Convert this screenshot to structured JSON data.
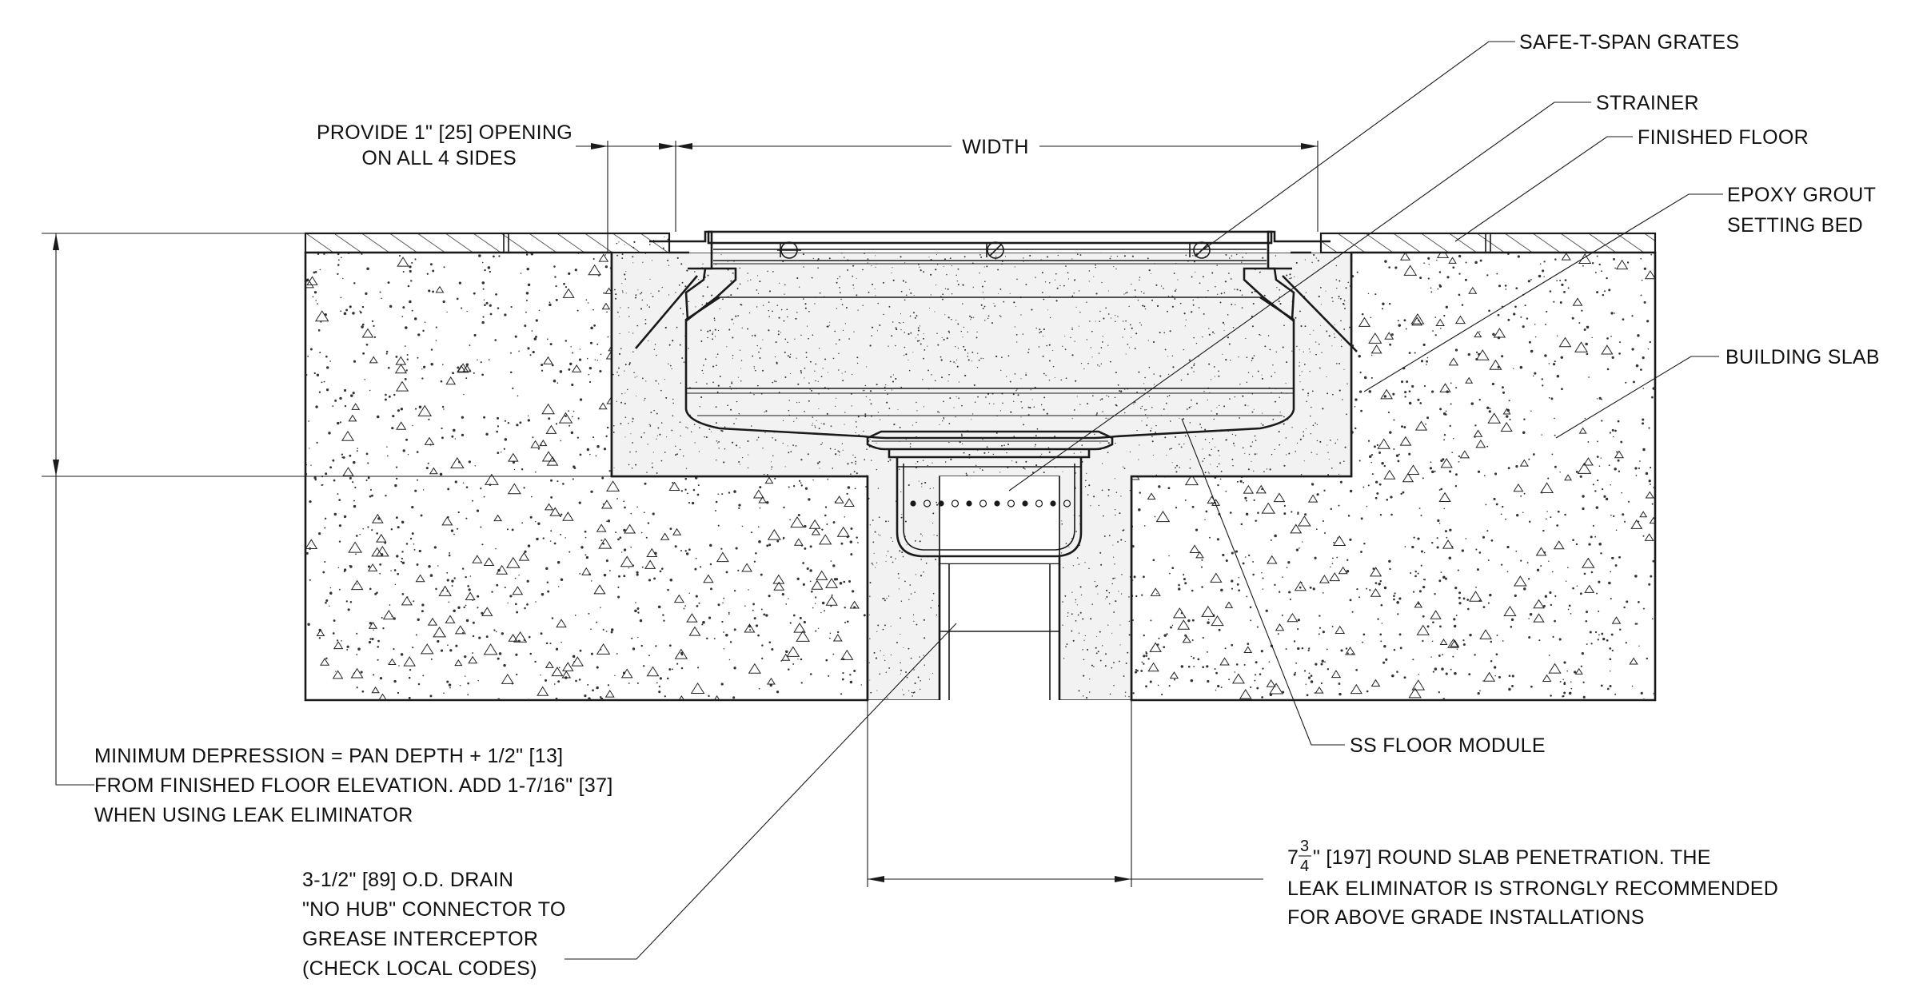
{
  "labels": {
    "safe_t_span_grates": "SAFE-T-SPAN GRATES",
    "strainer": "STRAINER",
    "finished_floor": "FINISHED FLOOR",
    "epoxy_grout_line1": "EPOXY GROUT",
    "epoxy_grout_line2": "SETTING BED",
    "building_slab": "BUILDING SLAB",
    "provide_opening_line1": "PROVIDE 1\" [25] OPENING",
    "provide_opening_line2": "ON ALL 4 SIDES",
    "width": "WIDTH",
    "min_depression_line1": "MINIMUM DEPRESSION = PAN DEPTH + 1/2\" [13]",
    "min_depression_line2": "FROM FINISHED FLOOR ELEVATION. ADD 1-7/16\" [37]",
    "min_depression_line3": "WHEN USING LEAK ELIMINATOR",
    "ss_floor_module": "SS FLOOR MODULE",
    "drain_line1": "3-1/2\" [89] O.D. DRAIN",
    "drain_line2": "\"NO HUB\" CONNECTOR TO",
    "drain_line3": "GREASE INTERCEPTOR",
    "drain_line4": "(CHECK LOCAL CODES)",
    "penetration_whole": "7",
    "penetration_num": "3",
    "penetration_den": "4",
    "penetration_line1_rest": "\" [197] ROUND SLAB PENETRATION. THE",
    "penetration_line2": "LEAK ELIMINATOR IS STRONGLY RECOMMENDED",
    "penetration_line3": "FOR ABOVE GRADE INSTALLATIONS"
  },
  "colors": {
    "line": "#1a1a1a",
    "background": "#ffffff",
    "grout_fill": "#f2f2f2"
  }
}
